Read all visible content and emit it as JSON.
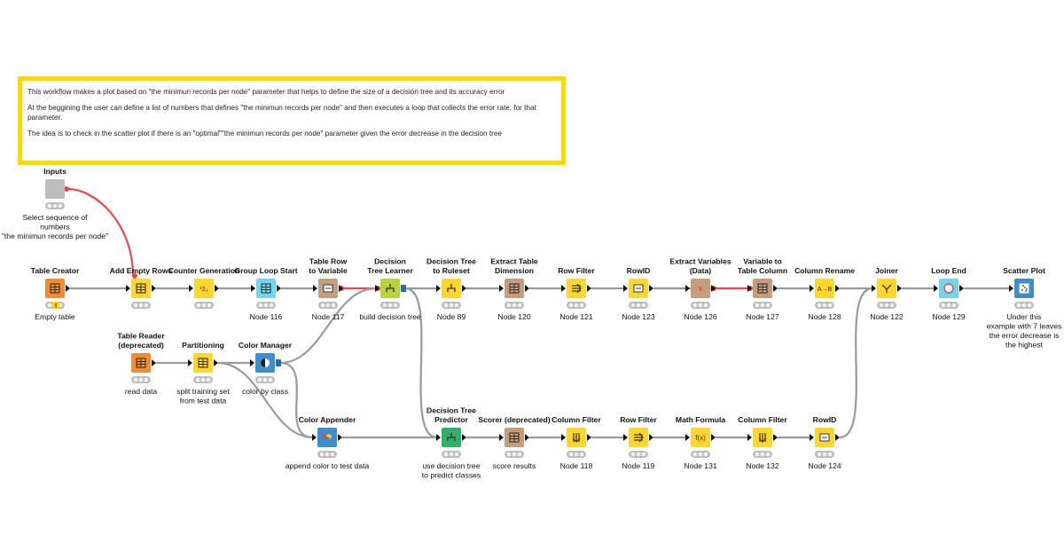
{
  "annotation": {
    "lines": [
      "This workflow makes a plot based on \"the minimun records per node\" parameter that helps to define the size of a decisión tree and its accuracy error",
      "At the beggining the user can define a list of numbers that defines \"the minimun records per node\" and then executes a loop that collects the error rate, for that parameter.",
      "The idea is to check in the scatter plot if there is an \"optimal\"\"the minimun records per node\" parameter given the error decrease in the decision tree"
    ]
  },
  "colors": {
    "annotation_border": "#ffd800",
    "connection": "#9a9a9a",
    "flow_variable": "#e8474c",
    "source": "#f28c30",
    "manipulator": "#ffd62e",
    "learner": "#b9d33c",
    "predictor": "#32b067",
    "loop": "#72d5f0",
    "other": "#c69c7b",
    "visualizer": "#3d8ecb",
    "config": "#bdbdbd"
  },
  "nodes": [
    {
      "id": "inputs",
      "title": [
        "Inputs"
      ],
      "label": [
        "Select  sequence of",
        "numbers",
        "\"the minimun records per node\""
      ],
      "kind": "config",
      "icon": "config-icon",
      "warn": false
    },
    {
      "id": "table-creator",
      "title": [
        "Table Creator"
      ],
      "label": [
        "Empty table"
      ],
      "kind": "source",
      "icon": "table-creator-icon",
      "warn": true
    },
    {
      "id": "add-empty-rows",
      "title": [
        "Add Empty Rows"
      ],
      "label": [],
      "kind": "manipulator",
      "icon": "add-rows-icon",
      "warn": false
    },
    {
      "id": "counter-generation",
      "title": [
        "Counter Generation"
      ],
      "label": [],
      "kind": "manipulator",
      "icon": "counter-icon",
      "warn": false
    },
    {
      "id": "group-loop-start",
      "title": [
        "Group Loop Start"
      ],
      "label": [
        "Node 116"
      ],
      "kind": "loop",
      "icon": "loop-start-icon",
      "warn": false
    },
    {
      "id": "table-row-to-variable",
      "title": [
        "Table Row",
        "to Variable"
      ],
      "label": [
        "Node 117"
      ],
      "kind": "other",
      "icon": "row-to-variable-icon",
      "warn": false
    },
    {
      "id": "decision-tree-learner",
      "title": [
        "Decision",
        "Tree Learner"
      ],
      "label": [
        "build decision tree"
      ],
      "kind": "learner",
      "icon": "tree-learner-icon",
      "warn": false
    },
    {
      "id": "decision-tree-to-ruleset",
      "title": [
        "Decision Tree",
        "to Ruleset"
      ],
      "label": [
        "Node 89"
      ],
      "kind": "manipulator",
      "icon": "ruleset-icon",
      "warn": false
    },
    {
      "id": "extract-table-dimension",
      "title": [
        "Extract Table",
        "Dimension"
      ],
      "label": [
        "Node 120"
      ],
      "kind": "other",
      "icon": "dimension-icon",
      "warn": false
    },
    {
      "id": "row-filter-1",
      "title": [
        "Row Filter"
      ],
      "label": [
        "Node 121"
      ],
      "kind": "manipulator",
      "icon": "row-filter-icon",
      "warn": false
    },
    {
      "id": "rowid-1",
      "title": [
        "RowID"
      ],
      "label": [
        "Node 123"
      ],
      "kind": "manipulator",
      "icon": "rowid-icon",
      "warn": false
    },
    {
      "id": "extract-variables",
      "title": [
        "Extract Variables",
        "(Data)"
      ],
      "label": [
        "Node 126"
      ],
      "kind": "other",
      "icon": "extract-variables-icon",
      "warn": false
    },
    {
      "id": "variable-to-table-column",
      "title": [
        "Variable to",
        "Table Column"
      ],
      "label": [
        "Node 127"
      ],
      "kind": "other",
      "icon": "variable-to-column-icon",
      "warn": false
    },
    {
      "id": "column-rename",
      "title": [
        "Column Rename"
      ],
      "label": [
        "Node 128"
      ],
      "kind": "manipulator",
      "icon": "column-rename-icon",
      "warn": false
    },
    {
      "id": "joiner",
      "title": [
        "Joiner"
      ],
      "label": [
        "Node 122"
      ],
      "kind": "manipulator",
      "icon": "joiner-icon",
      "warn": false
    },
    {
      "id": "loop-end",
      "title": [
        "Loop End"
      ],
      "label": [
        "Node 129"
      ],
      "kind": "loop",
      "icon": "loop-end-icon",
      "warn": false
    },
    {
      "id": "scatter-plot",
      "title": [
        "Scatter Plot"
      ],
      "label": [
        "Under this",
        "example with 7 leaves",
        "the error decrease is",
        "the highest"
      ],
      "kind": "visualizer",
      "icon": "scatter-plot-icon",
      "warn": false
    },
    {
      "id": "table-reader",
      "title": [
        "Table Reader",
        "(deprecated)"
      ],
      "label": [
        "read data"
      ],
      "kind": "source",
      "icon": "table-reader-icon",
      "warn": false
    },
    {
      "id": "partitioning",
      "title": [
        "Partitioning"
      ],
      "label": [
        "split training set",
        "from test data"
      ],
      "kind": "manipulator",
      "icon": "partitioning-icon",
      "warn": false
    },
    {
      "id": "color-manager",
      "title": [
        "Color Manager"
      ],
      "label": [
        "color by class"
      ],
      "kind": "visualizer",
      "icon": "color-manager-icon",
      "warn": false
    },
    {
      "id": "color-appender",
      "title": [
        "Color Appender"
      ],
      "label": [
        "append color to test data"
      ],
      "kind": "visualizer",
      "icon": "color-appender-icon",
      "warn": false
    },
    {
      "id": "decision-tree-predictor",
      "title": [
        "Decision Tree",
        "Predictor"
      ],
      "label": [
        "use decision tree",
        "to predict classes"
      ],
      "kind": "predictor",
      "icon": "tree-predictor-icon",
      "warn": false
    },
    {
      "id": "scorer",
      "title": [
        "Scorer (deprecated)"
      ],
      "label": [
        "score results"
      ],
      "kind": "other",
      "icon": "scorer-icon",
      "warn": false
    },
    {
      "id": "column-filter-1",
      "title": [
        "Column Filter"
      ],
      "label": [
        "Node 118"
      ],
      "kind": "manipulator",
      "icon": "column-filter-icon",
      "warn": false
    },
    {
      "id": "row-filter-2",
      "title": [
        "Row Filter"
      ],
      "label": [
        "Node 119"
      ],
      "kind": "manipulator",
      "icon": "row-filter-icon",
      "warn": false
    },
    {
      "id": "math-formula",
      "title": [
        "Math Formula"
      ],
      "label": [
        "Node 131"
      ],
      "kind": "manipulator",
      "icon": "math-formula-icon",
      "warn": false
    },
    {
      "id": "column-filter-2",
      "title": [
        "Column Filter"
      ],
      "label": [
        "Node 132"
      ],
      "kind": "manipulator",
      "icon": "column-filter-icon",
      "warn": false
    },
    {
      "id": "rowid-2",
      "title": [
        "RowID"
      ],
      "label": [
        "Node 124"
      ],
      "kind": "manipulator",
      "icon": "rowid-icon",
      "warn": false
    }
  ],
  "connections": [
    {
      "from": "inputs",
      "to": "add-empty-rows",
      "flow": true
    },
    {
      "from": "table-creator",
      "to": "add-empty-rows",
      "flow": false
    },
    {
      "from": "add-empty-rows",
      "to": "counter-generation",
      "flow": false
    },
    {
      "from": "counter-generation",
      "to": "group-loop-start",
      "flow": false
    },
    {
      "from": "group-loop-start",
      "to": "table-row-to-variable",
      "flow": false
    },
    {
      "from": "table-row-to-variable",
      "to": "decision-tree-learner",
      "flow": true
    },
    {
      "from": "decision-tree-learner",
      "to": "decision-tree-to-ruleset",
      "flow": false
    },
    {
      "from": "decision-tree-to-ruleset",
      "to": "extract-table-dimension",
      "flow": false
    },
    {
      "from": "extract-table-dimension",
      "to": "row-filter-1",
      "flow": false
    },
    {
      "from": "row-filter-1",
      "to": "rowid-1",
      "flow": false
    },
    {
      "from": "rowid-1",
      "to": "variable-to-table-column",
      "flow": false
    },
    {
      "from": "rowid-1",
      "to": "extract-variables",
      "flow": false
    },
    {
      "from": "extract-variables",
      "to": "variable-to-table-column",
      "flow": true
    },
    {
      "from": "variable-to-table-column",
      "to": "column-rename",
      "flow": false
    },
    {
      "from": "column-rename",
      "to": "joiner",
      "flow": false
    },
    {
      "from": "joiner",
      "to": "loop-end",
      "flow": false
    },
    {
      "from": "loop-end",
      "to": "scatter-plot",
      "flow": false
    },
    {
      "from": "table-reader",
      "to": "partitioning",
      "flow": false
    },
    {
      "from": "partitioning",
      "to": "color-manager",
      "flow": false
    },
    {
      "from": "partitioning",
      "to": "color-appender",
      "flow": false
    },
    {
      "from": "color-manager",
      "to": "decision-tree-learner",
      "flow": false
    },
    {
      "from": "color-manager",
      "to": "color-appender",
      "flow": false
    },
    {
      "from": "color-appender",
      "to": "decision-tree-predictor",
      "flow": false
    },
    {
      "from": "decision-tree-learner",
      "to": "decision-tree-predictor",
      "flow": false
    },
    {
      "from": "decision-tree-predictor",
      "to": "scorer",
      "flow": false
    },
    {
      "from": "scorer",
      "to": "column-filter-1",
      "flow": false
    },
    {
      "from": "column-filter-1",
      "to": "row-filter-2",
      "flow": false
    },
    {
      "from": "row-filter-2",
      "to": "math-formula",
      "flow": false
    },
    {
      "from": "math-formula",
      "to": "column-filter-2",
      "flow": false
    },
    {
      "from": "column-filter-2",
      "to": "rowid-2",
      "flow": false
    },
    {
      "from": "rowid-2",
      "to": "joiner",
      "flow": false
    }
  ]
}
